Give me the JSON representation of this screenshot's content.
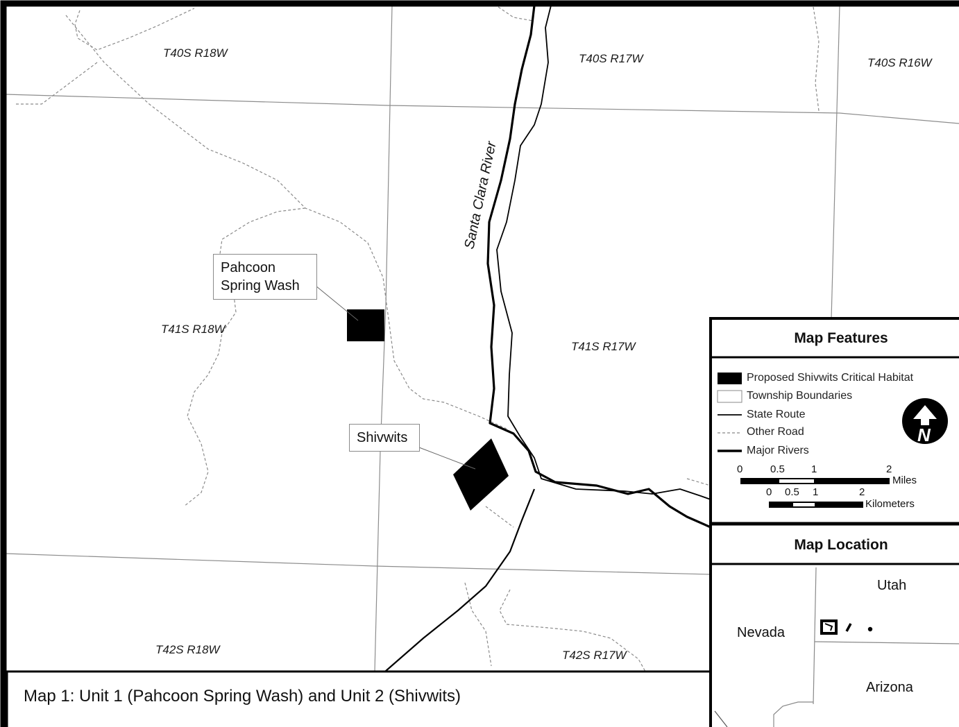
{
  "townships": {
    "t40s_r18w": "T40S R18W",
    "t40s_r17w": "T40S R17W",
    "t40s_r16w": "T40S R16W",
    "t41s_r18w": "T41S R18W",
    "t41s_r17w": "T41S R17W",
    "t42s_r18w": "T42S R18W",
    "t42s_r17w": "T42S R17W"
  },
  "river_label": "Santa Clara River",
  "units": {
    "pahcoon_line1": "Pahcoon",
    "pahcoon_line2": "Spring Wash",
    "shivwits": "Shivwits"
  },
  "caption": "Map 1:  Unit 1 (Pahcoon Spring Wash) and Unit 2 (Shivwits)",
  "legend": {
    "title": "Map Features",
    "items": [
      "Proposed Shivwits Critical Habitat",
      "Township Boundaries",
      "State Route",
      "Other Road",
      "Major Rivers"
    ],
    "north_letter": "N",
    "miles_ticks": [
      "0",
      "0.5",
      "1",
      "2"
    ],
    "miles_unit": "Miles",
    "km_ticks": [
      "0",
      "0.5",
      "1",
      "2"
    ],
    "km_unit": "Kilometers"
  },
  "location": {
    "title": "Map Location",
    "utah": "Utah",
    "nevada": "Nevada",
    "arizona": "Arizona"
  },
  "colors": {
    "ink": "#000000",
    "boundary": "#8c8c8c",
    "road": "#8a8a8a"
  }
}
